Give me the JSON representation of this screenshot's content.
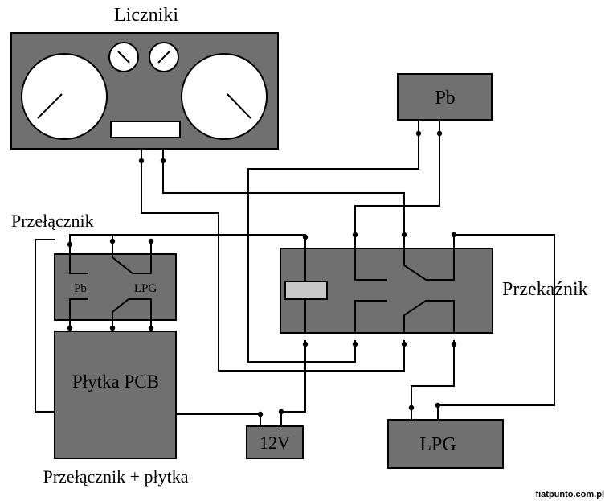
{
  "labels": {
    "liczniki": "Liczniki",
    "pb_box": "Pb",
    "przelacznik": "Przełącznik",
    "switch_pb": "Pb",
    "switch_lpg": "LPG",
    "pcb": "Płytka PCB",
    "przekaznik": "Przekaźnik",
    "v12": "12V",
    "lpg_box": "LPG",
    "caption": "Przełącznik + płytka",
    "watermark": "fiatpunto.com.pl"
  },
  "colors": {
    "box_fill": "#707070",
    "gauge_fill": "#ffffff",
    "wire": "#000000"
  }
}
